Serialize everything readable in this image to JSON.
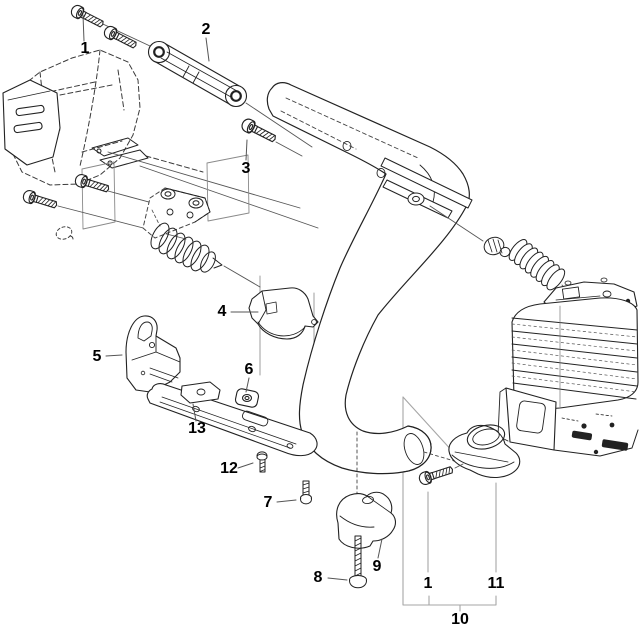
{
  "diagram": {
    "kind": "exploded-parts-diagram",
    "background_color": "#ffffff",
    "line_color": "#222222",
    "leader_color": "#666666",
    "group_line_color": "#a6a6a6",
    "label_color": "#000000",
    "callouts": [
      {
        "id": "1-top",
        "text": "1"
      },
      {
        "id": "2",
        "text": "2"
      },
      {
        "id": "3",
        "text": "3"
      },
      {
        "id": "4",
        "text": "4"
      },
      {
        "id": "5",
        "text": "5"
      },
      {
        "id": "6",
        "text": "6"
      },
      {
        "id": "7",
        "text": "7"
      },
      {
        "id": "8",
        "text": "8"
      },
      {
        "id": "9",
        "text": "9"
      },
      {
        "id": "10",
        "text": "10"
      },
      {
        "id": "11",
        "text": "11"
      },
      {
        "id": "12",
        "text": "12"
      },
      {
        "id": "13",
        "text": "13"
      },
      {
        "id": "1-bottom",
        "text": "1"
      }
    ]
  }
}
